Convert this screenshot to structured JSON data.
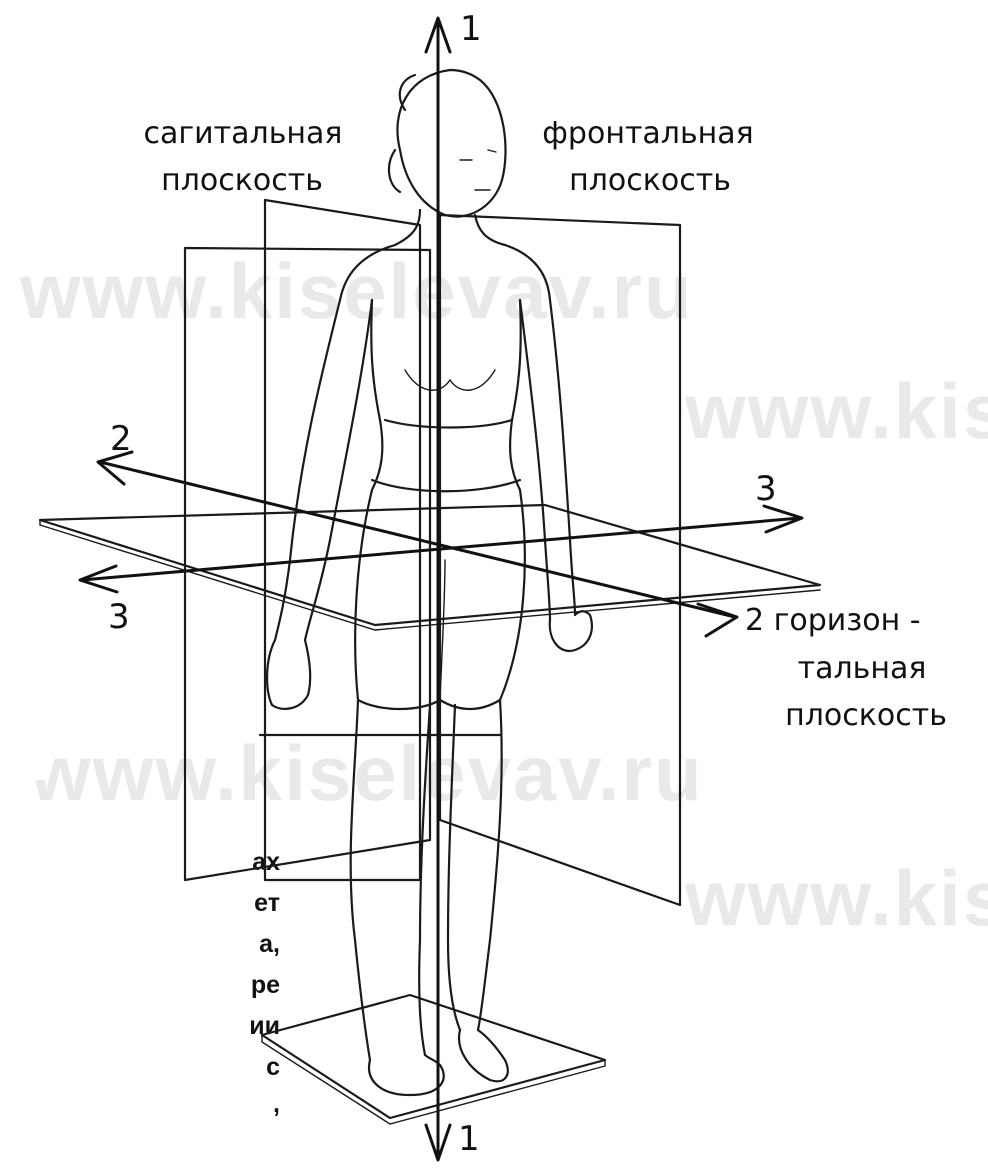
{
  "labels": {
    "sagittal_line1": "сагитальная",
    "sagittal_line2": "плоскость",
    "frontal_line1": "фронтальная",
    "frontal_line2": "плоскость",
    "horizontal_line1": "2 горизон -",
    "horizontal_line2": "тальная",
    "horizontal_line3": "плоскость"
  },
  "axis_numbers": {
    "axis1_top": "1",
    "axis1_bottom": "1",
    "axis2_left": "2",
    "axis3_right": "3",
    "axis3_left": "3"
  },
  "watermarks": {
    "wm1": "www.kiselevav.ru",
    "wm2": "www.kis",
    "wm3": "www.kiselevav.ru",
    "wm4": "www.kis"
  },
  "left_text_fragments": [
    "ах",
    "ет",
    "а,",
    "ре",
    "ии",
    "с",
    ","
  ],
  "colors": {
    "line": "#111111",
    "watermark": "#e9e9e9",
    "background": "#ffffff"
  }
}
